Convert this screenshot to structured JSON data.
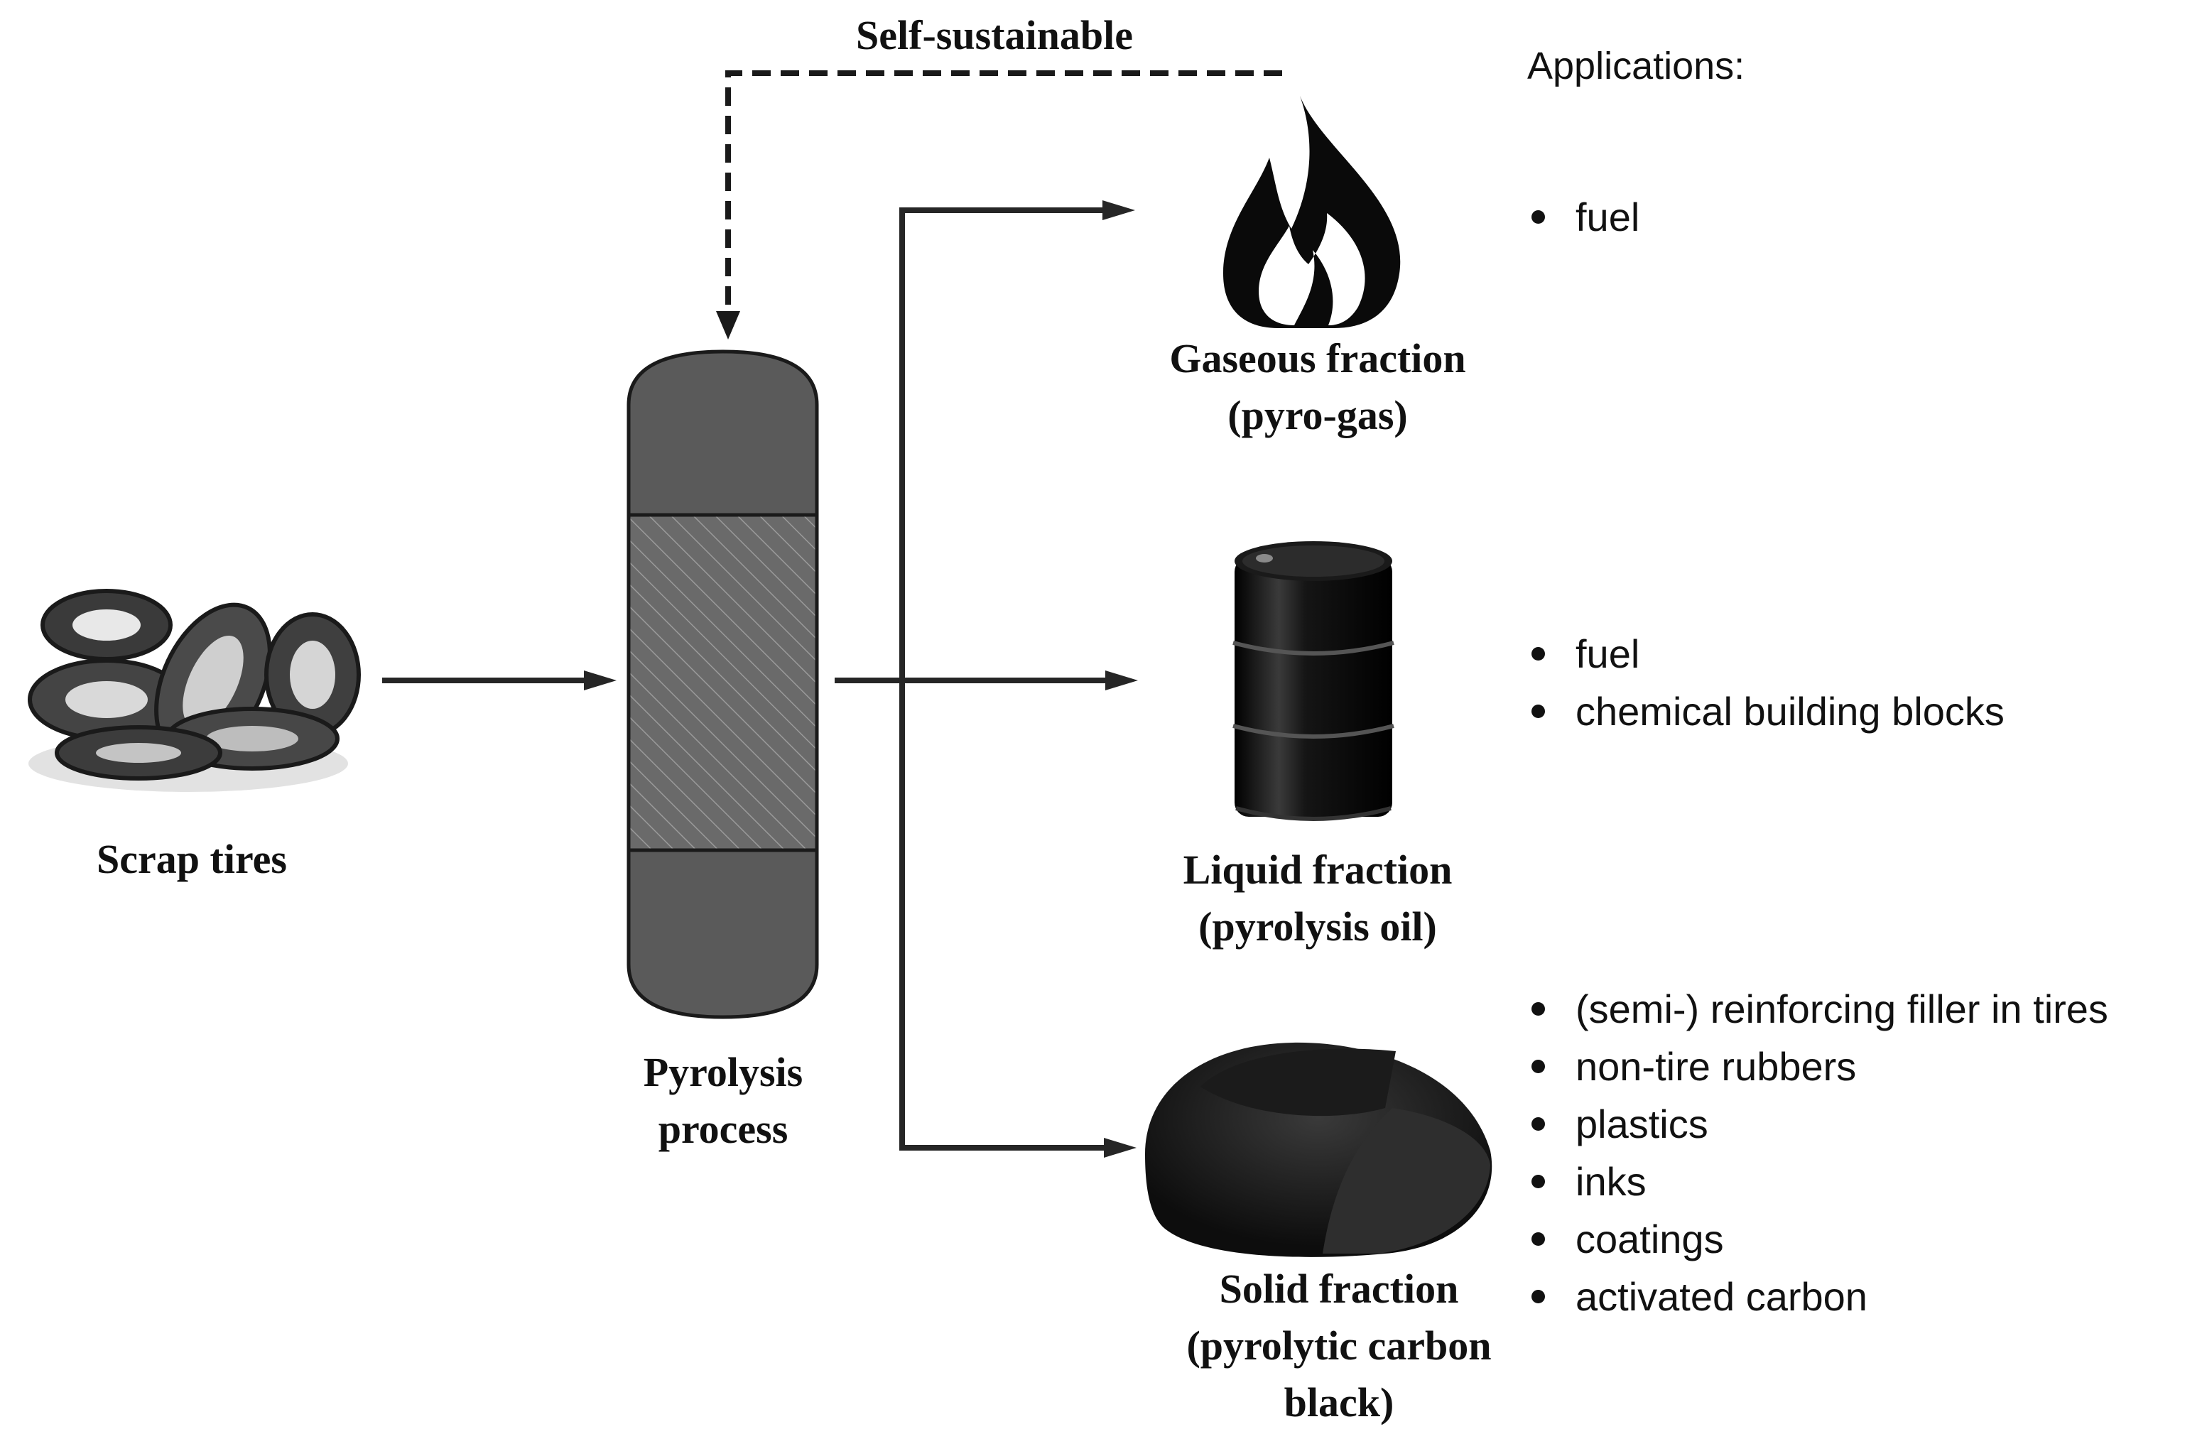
{
  "feedback_label": "Self-sustainable",
  "input": {
    "label": "Scrap tires"
  },
  "process": {
    "label_line1": "Pyrolysis",
    "label_line2": "process"
  },
  "fractions": {
    "gas": {
      "line1": "Gaseous fraction",
      "line2": "(pyro-gas)"
    },
    "liquid": {
      "line1": "Liquid fraction",
      "line2": "(pyrolysis oil)"
    },
    "solid": {
      "line1": "Solid fraction",
      "line2": "(pyrolytic carbon",
      "line3": "black)"
    }
  },
  "applications": {
    "title": "Applications:",
    "gas": [
      "fuel"
    ],
    "liquid": [
      "fuel",
      "chemical building blocks"
    ],
    "solid": [
      "(semi-) reinforcing filler in tires",
      "non-tire rubbers",
      "plastics",
      "inks",
      "coatings",
      "activated carbon"
    ]
  },
  "colors": {
    "reactor": "#5a5a5a",
    "reactor_middle": "#6a6a6a",
    "line": "#262626",
    "object": "#0a0a0a"
  }
}
